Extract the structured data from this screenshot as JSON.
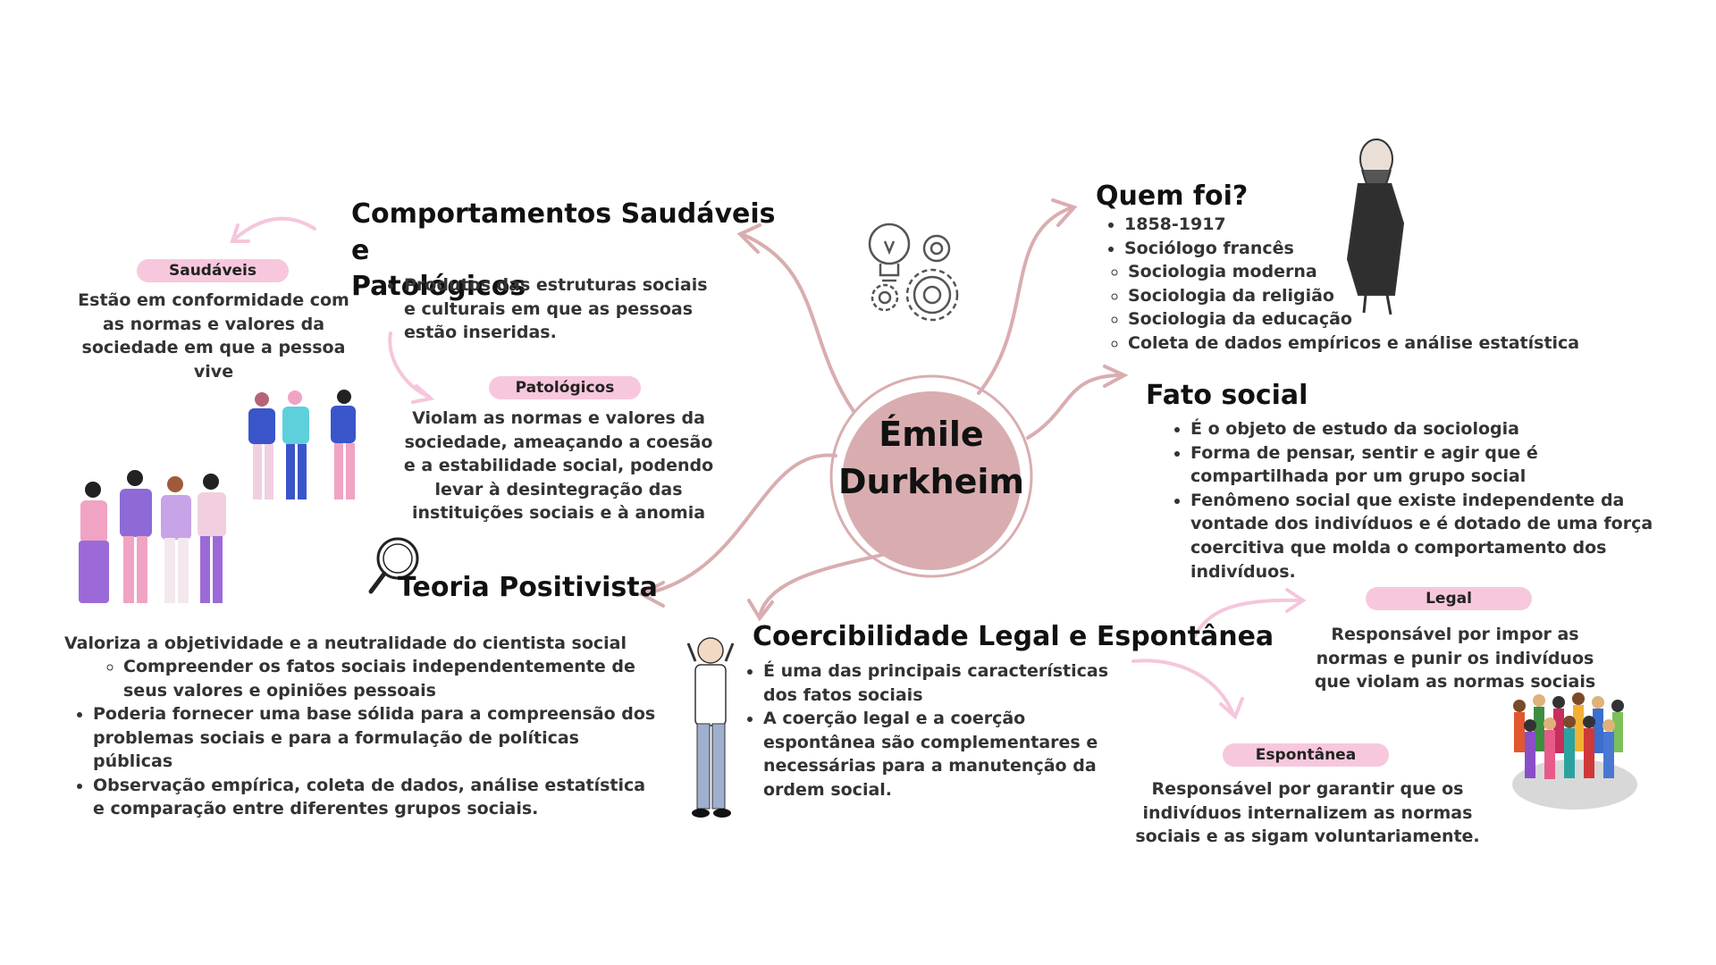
{
  "center": {
    "line1": "Émile",
    "line2": "Durkheim"
  },
  "comportamentos": {
    "title_line1": "Comportamentos Saudáveis e",
    "title_line2": "Patológicos",
    "bullets": [
      "Produtos das estruturas sociais e culturais em que as pessoas estão inseridas."
    ]
  },
  "saudaveis": {
    "label": "Saudáveis",
    "text": "Estão em conformidade com as normas e valores da sociedade em que a pessoa vive"
  },
  "patologicos": {
    "label": "Patológicos",
    "text": "Violam as normas e valores da sociedade, ameaçando a coesão e a estabilidade social, podendo levar à desintegração das instituições sociais e à anomia"
  },
  "quem_foi": {
    "title": "Quem foi?",
    "bullets": [
      "1858-1917",
      "Sociólogo francês"
    ],
    "sub_bullets": [
      "Sociologia moderna",
      "Sociologia da religião",
      "Sociologia da educação",
      "Coleta de dados empíricos e  análise estatística"
    ]
  },
  "fato_social": {
    "title": "Fato social",
    "bullets": [
      "É o objeto de estudo da sociologia",
      "Forma de pensar, sentir e agir que é compartilhada por um grupo social",
      " Fenômeno social que existe independente da vontade dos indivíduos e é dotado de uma força coercitiva que molda o comportamento dos indivíduos."
    ]
  },
  "teoria": {
    "title": "Teoria Positivista",
    "intro": "Valoriza a objetividade e a neutralidade do cientista social",
    "sub_bullet": "Compreender os fatos sociais independentemente de seus valores e opiniões pessoais",
    "bullets": [
      "Poderia fornecer uma base sólida para a compreensão dos problemas sociais e para a formulação de políticas públicas",
      "Observação empírica, coleta de dados, análise estatística e comparação entre diferentes grupos sociais."
    ]
  },
  "coercibilidade": {
    "title": "Coercibilidade Legal e Espontânea",
    "bullets": [
      "É uma das principais características dos fatos sociais",
      "A coerção legal e a coerção espontânea são complementares e necessárias para a manutenção da ordem social."
    ]
  },
  "legal": {
    "label": "Legal",
    "text": "Responsável por impor as normas e punir os indivíduos que violam as normas sociais"
  },
  "espontanea": {
    "label": "Espontânea",
    "text": "Responsável por garantir que os indivíduos internalizem as normas sociais e as sigam voluntariamente."
  },
  "colors": {
    "accent": "#d9adb0",
    "pill": "#f7c8dd",
    "arrow_pink": "#f5c6dc"
  }
}
